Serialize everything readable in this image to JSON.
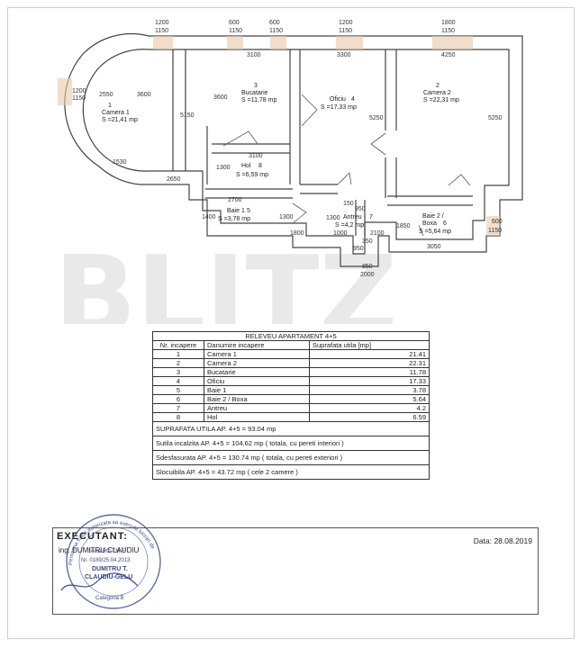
{
  "rooms": {
    "camera1": {
      "num": "1",
      "name": "Camera 1",
      "area": "S =21,41 mp"
    },
    "bucatarie": {
      "num": "3",
      "name": "Bucatarie",
      "area": "S =11,78 mp"
    },
    "oficiu": {
      "num": "4",
      "name": "Oficiu",
      "area": "S =17,33 mp"
    },
    "camera2": {
      "num": "2",
      "name": "Camera 2",
      "area": "S =22,31 mp"
    },
    "hol": {
      "num": "8",
      "name": "Hol",
      "area": "S =6,59 mp"
    },
    "baie1": {
      "num": "5",
      "name": "Baie 1",
      "area": "S =3,78 mp"
    },
    "antreu": {
      "num": "7",
      "name": "Antreu",
      "area": "S =4,2 mp"
    },
    "baie2": {
      "num": "6",
      "name": "Baie 2 /",
      "name2": "Boxa",
      "area": "S =5,64 mp"
    }
  },
  "dimensions": {
    "top_openings": [
      "1200",
      "600",
      "600",
      "1200",
      "1800"
    ],
    "top_walls": [
      "1150",
      "1150",
      "1150",
      "1150",
      "1150"
    ],
    "inner_top": [
      "3100",
      "3300",
      "4250"
    ],
    "left": [
      "1200",
      "1150",
      "2550",
      "3600",
      "1530",
      "2650"
    ],
    "vertical": [
      "3600",
      "5150",
      "5250",
      "5250",
      "1300"
    ],
    "middle": [
      "3100",
      "2700",
      "1400",
      "1300",
      "1800",
      "1000",
      "1300",
      "150",
      "950",
      "2100",
      "1850",
      "600",
      "1150",
      "3050",
      "350",
      "950",
      "850",
      "2000"
    ]
  },
  "watermark": "BLITZ",
  "table": {
    "title": "RELEVEU APARTAMENT 4+5",
    "headers": [
      "Nr. incapere",
      "Danumire incapere",
      "Suprafata utila [mp]"
    ],
    "rows": [
      [
        "1",
        "Camera 1",
        "21.41"
      ],
      [
        "2",
        "Camera 2",
        "22.31"
      ],
      [
        "3",
        "Bucatarie",
        "11.78"
      ],
      [
        "4",
        "Oficiu",
        "17.33"
      ],
      [
        "5",
        "Baie 1",
        "3.78"
      ],
      [
        "6",
        "Baie 2 / Boxa",
        "5.64"
      ],
      [
        "7",
        "Antreu",
        "4.2"
      ],
      [
        "8",
        "Hol",
        "6.59"
      ]
    ],
    "notes": [
      "SUPRAFATA UTILA  AP. 4+5 = 93.04 mp",
      "Sutila incalzita  AP. 4+5 = 104.62 mp ( totala, cu pereti interiori )",
      "Sdesfasurata  AP. 4+5 = 130.74 mp ( totala, cu pereti exteriori )",
      "Slocuibila  AP. 4+5 = 43.72 mp ( cele 2 camere )"
    ]
  },
  "executant": {
    "title": "EXECUTANT:",
    "name": "ing. DUMITRU CLAUDIU",
    "date": "Data: 28.08.2019"
  },
  "stamp": {
    "line1": "Persoana fizica autorizata sa execute lucrari de",
    "line2": "Seria RO-TM-F",
    "line3": "Nr. 0189/25.04.2013",
    "line4": "DUMITRU T.",
    "line5": "CLAUDIU-GELU",
    "line6": "Categoria B"
  },
  "colors": {
    "stamp": "#3a4a8a",
    "window": "#e8c9a8"
  }
}
